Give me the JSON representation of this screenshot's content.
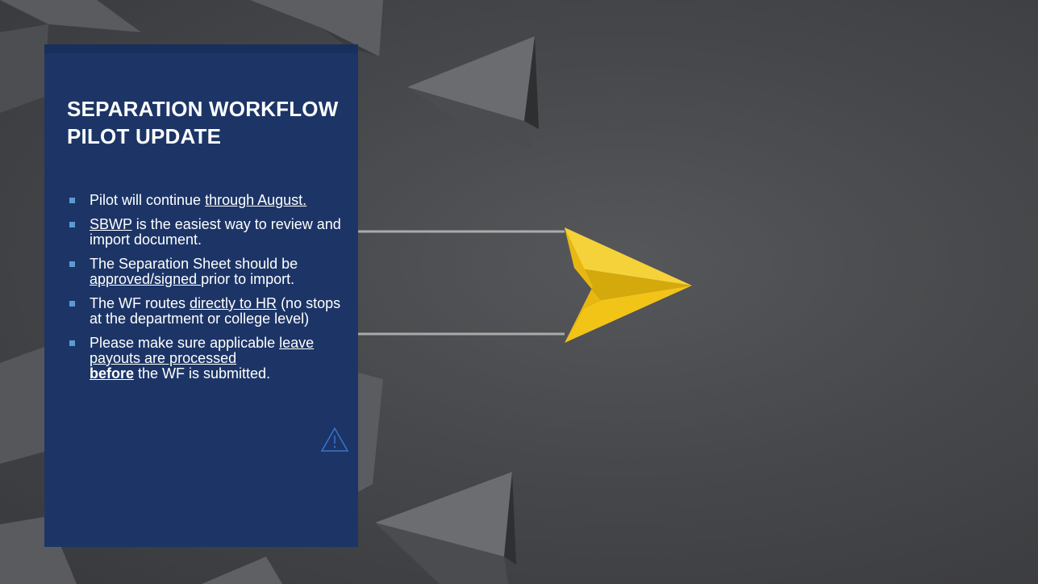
{
  "slide": {
    "title": "SEPARATION WORKFLOW PILOT UPDATE",
    "bullets": [
      {
        "pre": "Pilot will continue ",
        "link": "through August.",
        "post": ""
      },
      {
        "link": "SBWP",
        "post": " is the easiest way to review and import document."
      },
      {
        "pre": "The Separation Sheet should be ",
        "link": "approved/signed ",
        "post": "prior to import."
      },
      {
        "pre": "The WF routes ",
        "link": "directly to HR",
        "post": " (no stops at the department or college level)"
      },
      {
        "pre": "Please make sure applicable ",
        "link": "leave payouts are processed",
        "bold": "before",
        "post": " the WF is submitted."
      }
    ],
    "icons": {
      "bullet": "square-bullet-icon",
      "alert": "warning-triangle-icon"
    },
    "colors": {
      "panel": "#1c3566",
      "bullet": "#5b9bd5",
      "highlight_plane": "#f2c418",
      "background": "#46484b"
    }
  }
}
